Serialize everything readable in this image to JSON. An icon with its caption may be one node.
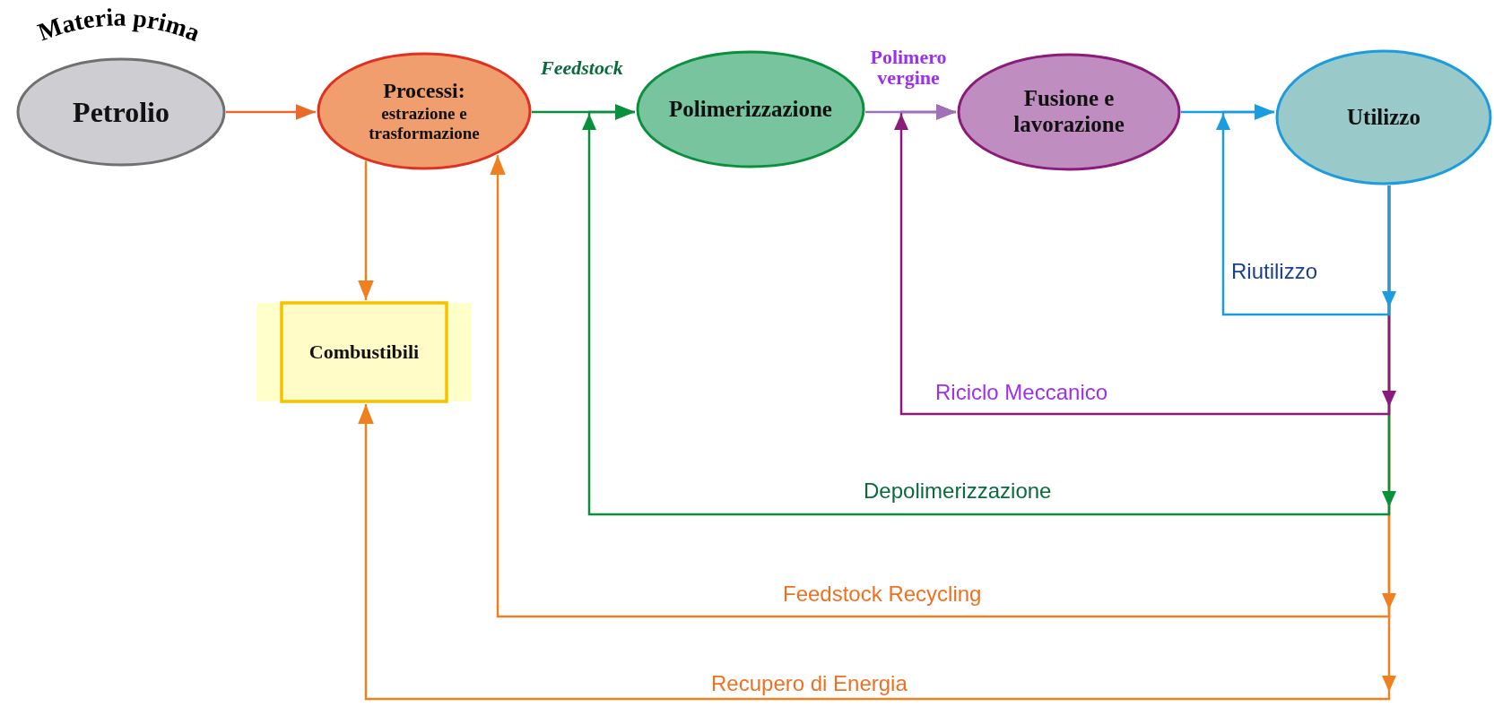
{
  "diagram": {
    "nodes": [
      {
        "text": [
          "Petrolio"
        ],
        "beside": [
          "Materia prima"
        ]
      },
      {
        "text": [
          "Processi:",
          "estrazione e trasformazione"
        ]
      },
      {
        "text": [
          "Polimerizzazione"
        ]
      },
      {
        "text": [
          "Fusione e lavorazione"
        ]
      },
      {
        "text": [
          "Utilizzo"
        ]
      },
      {
        "text": [
          "Combustibili"
        ]
      }
    ],
    "edges": [
      {
        "from": 0,
        "to": 1,
        "arrow": "to",
        "color": "#e8692a"
      },
      {
        "from": 1,
        "to": 2,
        "arrow": "to",
        "label": "Feedstock",
        "color": "#0a8f3c"
      },
      {
        "from": 2,
        "to": 3,
        "arrow": "to",
        "label": "Polimero vergine",
        "color": "#a070b8"
      },
      {
        "from": 3,
        "to": 4,
        "arrow": "to",
        "color": "#1b9be0"
      },
      {
        "from": 1,
        "to": 5,
        "arrow": "to",
        "color": "#ee8020"
      },
      {
        "from": 4,
        "to": 4,
        "arrow": "to",
        "label": "Riutilizzo",
        "color": "#1b9be0"
      },
      {
        "from": 4,
        "to": 3,
        "arrow": "to",
        "label": "Riciclo Meccanico",
        "color": "#8b1a7a"
      },
      {
        "from": 4,
        "to": 2,
        "arrow": "to",
        "label": "Depolimerizzazione",
        "color": "#0a8f3c"
      },
      {
        "from": 4,
        "to": 1,
        "arrow": "to",
        "label": "Feedstock Recycling",
        "color": "#ee8020"
      },
      {
        "from": 4,
        "to": 5,
        "arrow": "to",
        "label": "Recupero di Energia",
        "color": "#ee8020"
      }
    ]
  }
}
